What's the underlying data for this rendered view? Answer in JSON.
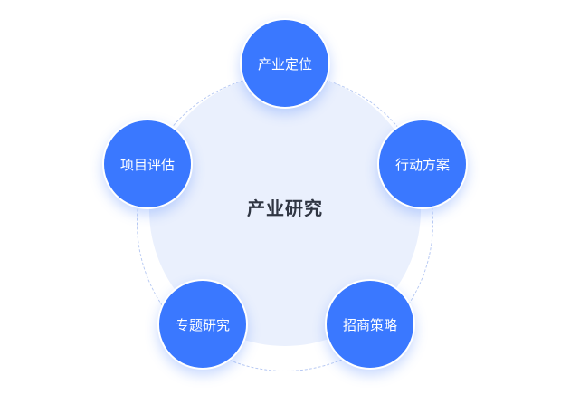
{
  "center": {
    "label": "产业研究"
  },
  "nodes": [
    {
      "label": "产业定位"
    },
    {
      "label": "行动方案"
    },
    {
      "label": "招商策略"
    },
    {
      "label": "专题研究"
    },
    {
      "label": "项目评估"
    }
  ],
  "colors": {
    "node": "#3a78ff",
    "core": "#eaf0fd",
    "ring": "#b7c9f3",
    "center_text": "#303643"
  }
}
